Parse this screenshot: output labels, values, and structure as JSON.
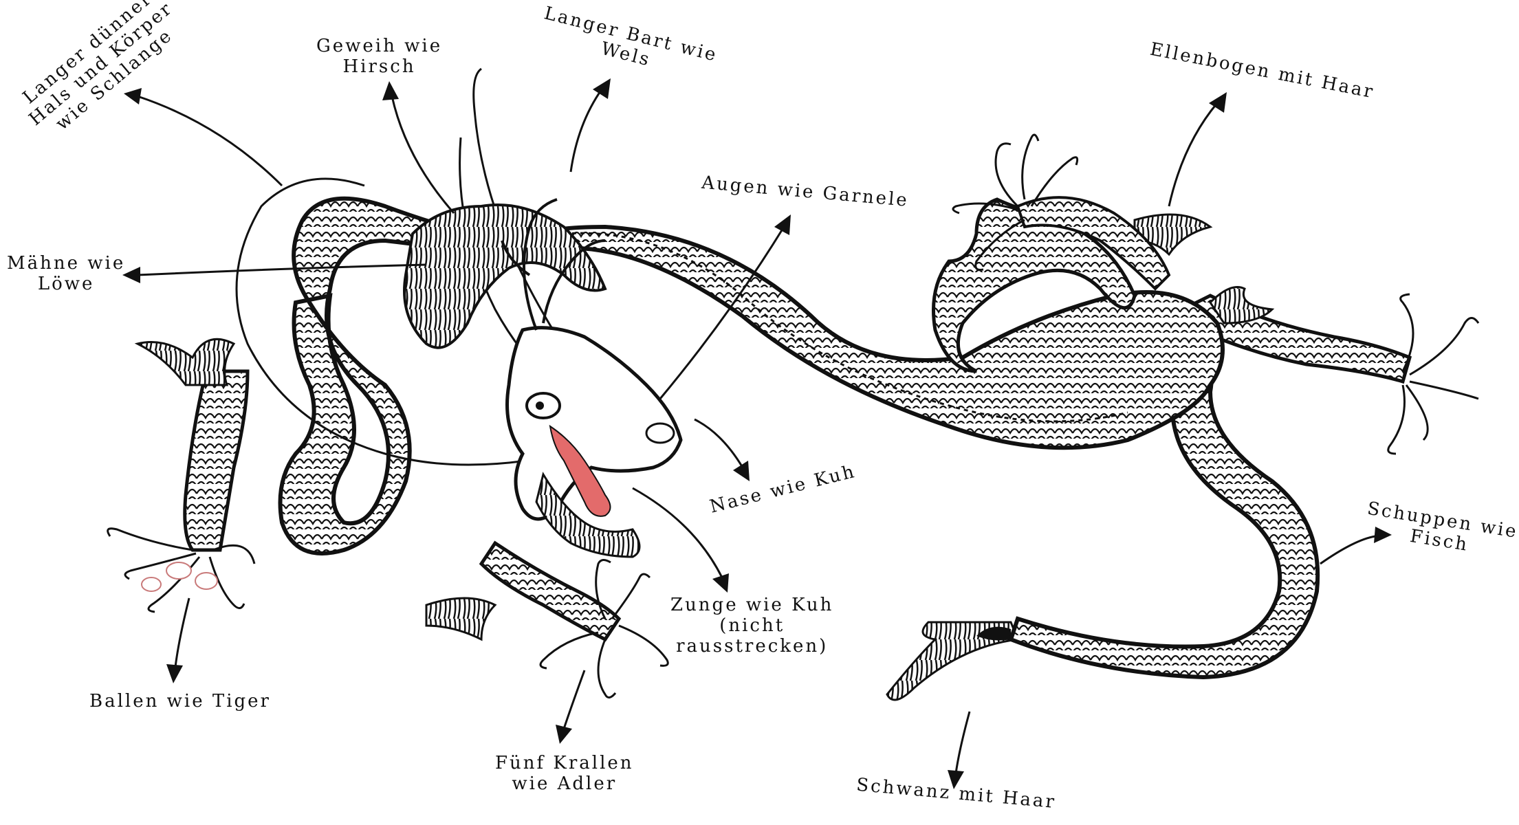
{
  "colors": {
    "ink": "#111111",
    "tongue": "#e36b6b",
    "scale_fill": "#ffffff",
    "claw_tint": "#c97a7a"
  },
  "labels": {
    "neck_body": [
      "Langer dünner",
      "Hals und Körper",
      "wie Schlange"
    ],
    "antlers": [
      "Geweih wie",
      "Hirsch"
    ],
    "beard": [
      "Langer Bart wie",
      "Wels"
    ],
    "elbow": [
      "Ellenbogen mit Haar"
    ],
    "eyes": [
      "Augen wie Garnele"
    ],
    "mane": [
      "Mähne wie",
      "Löwe"
    ],
    "nose": [
      "Nase wie Kuh"
    ],
    "tongue": [
      "Zunge wie Kuh",
      "(nicht",
      "rausstrecken)"
    ],
    "scales": [
      "Schuppen wie",
      "Fisch"
    ],
    "pads": [
      "Ballen wie Tiger"
    ],
    "claws": [
      "Fünf Krallen",
      "wie Adler"
    ],
    "tail": [
      "Schwanz mit Haar"
    ]
  }
}
